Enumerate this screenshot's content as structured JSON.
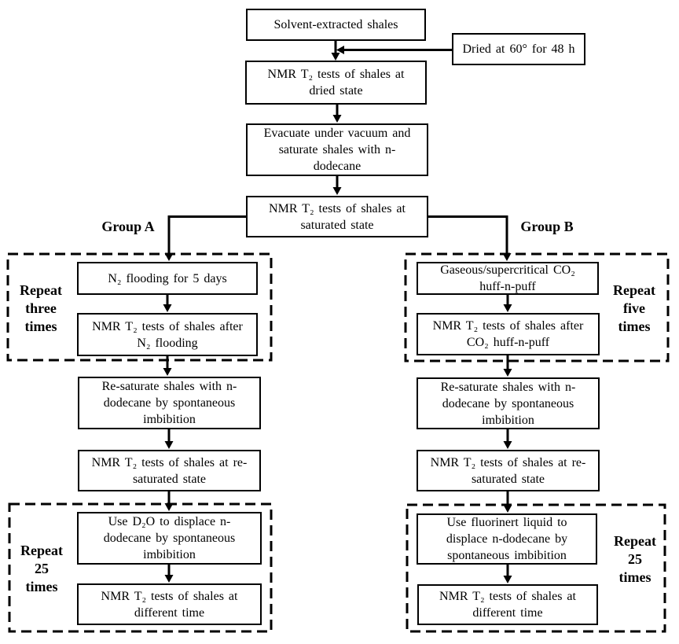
{
  "flowchart": {
    "main": {
      "solvent": "Solvent-extracted shales",
      "dried_note": "Dried at 60° for 48 h",
      "nmr_dried": "NMR T₂ tests of shales at\ndried state",
      "evacuate": "Evacuate under vacuum and\nsaturate shales with n-\ndodecane",
      "nmr_saturated": "NMR T₂ tests of shales at\nsaturated state"
    },
    "group_a": {
      "label": "Group A",
      "repeat_top": "Repeat\nthree\ntimes",
      "n2_flooding": "N₂ flooding for 5 days",
      "nmr_after_n2": "NMR T₂ tests of shales after\nN₂ flooding",
      "resaturate": "Re-saturate shales with n-\ndodecane by spontaneous\nimbibition",
      "nmr_resaturated": "NMR T₂ tests of shales at re-\nsaturated state",
      "repeat_bottom": "Repeat\n25\ntimes",
      "d2o_displace": "Use D₂O to displace n-\ndodecane by spontaneous\nimbibition",
      "nmr_different_time": "NMR T₂ tests of shales at\ndifferent time"
    },
    "group_b": {
      "label": "Group B",
      "repeat_top": "Repeat\nfive\ntimes",
      "co2_huff": "Gaseous/supercritical CO₂\nhuff-n-puff",
      "nmr_after_co2": "NMR T₂ tests of shales after\nCO₂ huff-n-puff",
      "resaturate": "Re-saturate shales with n-\ndodecane by spontaneous\nimbibition",
      "nmr_resaturated": "NMR T₂ tests of shales at re-\nsaturated state",
      "repeat_bottom": "Repeat\n25\ntimes",
      "fluorinert_displace": "Use fluorinert liquid to\ndisplace n-dodecane by\nspontaneous imbibition",
      "nmr_different_time": "NMR T₂ tests of shales at\ndifferent time"
    },
    "colors": {
      "line": "#000000",
      "background": "#ffffff"
    }
  }
}
